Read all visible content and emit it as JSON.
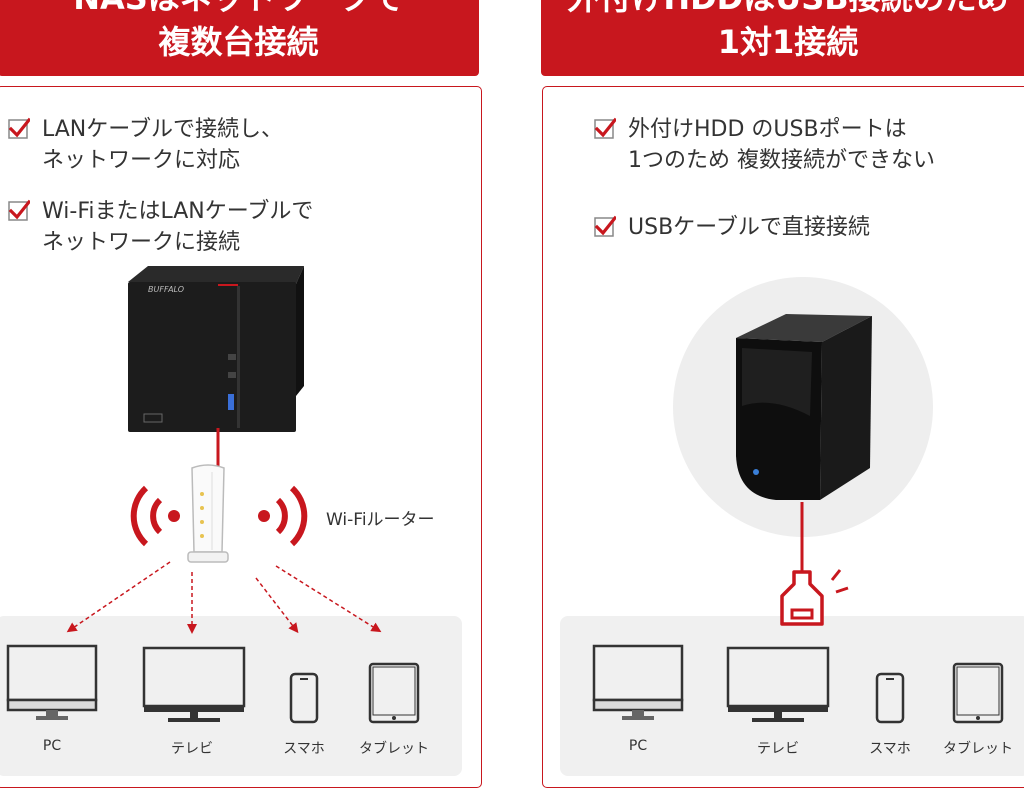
{
  "left": {
    "title_line1": "NASはネットワークで",
    "title_line2": "複数台接続",
    "features": [
      {
        "line1": "LANケーブルで接続し、",
        "line2": "ネットワークに対応"
      },
      {
        "line1": "Wi-FiまたはLANケーブルで",
        "line2": "ネットワークに接続"
      }
    ],
    "router_label": "Wi-Fiルーター",
    "nas_brand": "BUFFALO",
    "devices": [
      "PC",
      "テレビ",
      "スマホ",
      "タブレット"
    ]
  },
  "right": {
    "title_line1": "外付けHDDはUSB接続のため",
    "title_line2": "1対1接続",
    "features": [
      {
        "line1": "外付けHDD のUSBポートは",
        "line2": "1つのため 複数接続ができない"
      },
      {
        "line1": "USBケーブルで直接接続",
        "line2": ""
      }
    ],
    "devices": [
      "PC",
      "テレビ",
      "スマホ",
      "タブレット"
    ]
  },
  "colors": {
    "accent": "#c8171e",
    "tray": "#f0f0f0",
    "text": "#333333"
  }
}
